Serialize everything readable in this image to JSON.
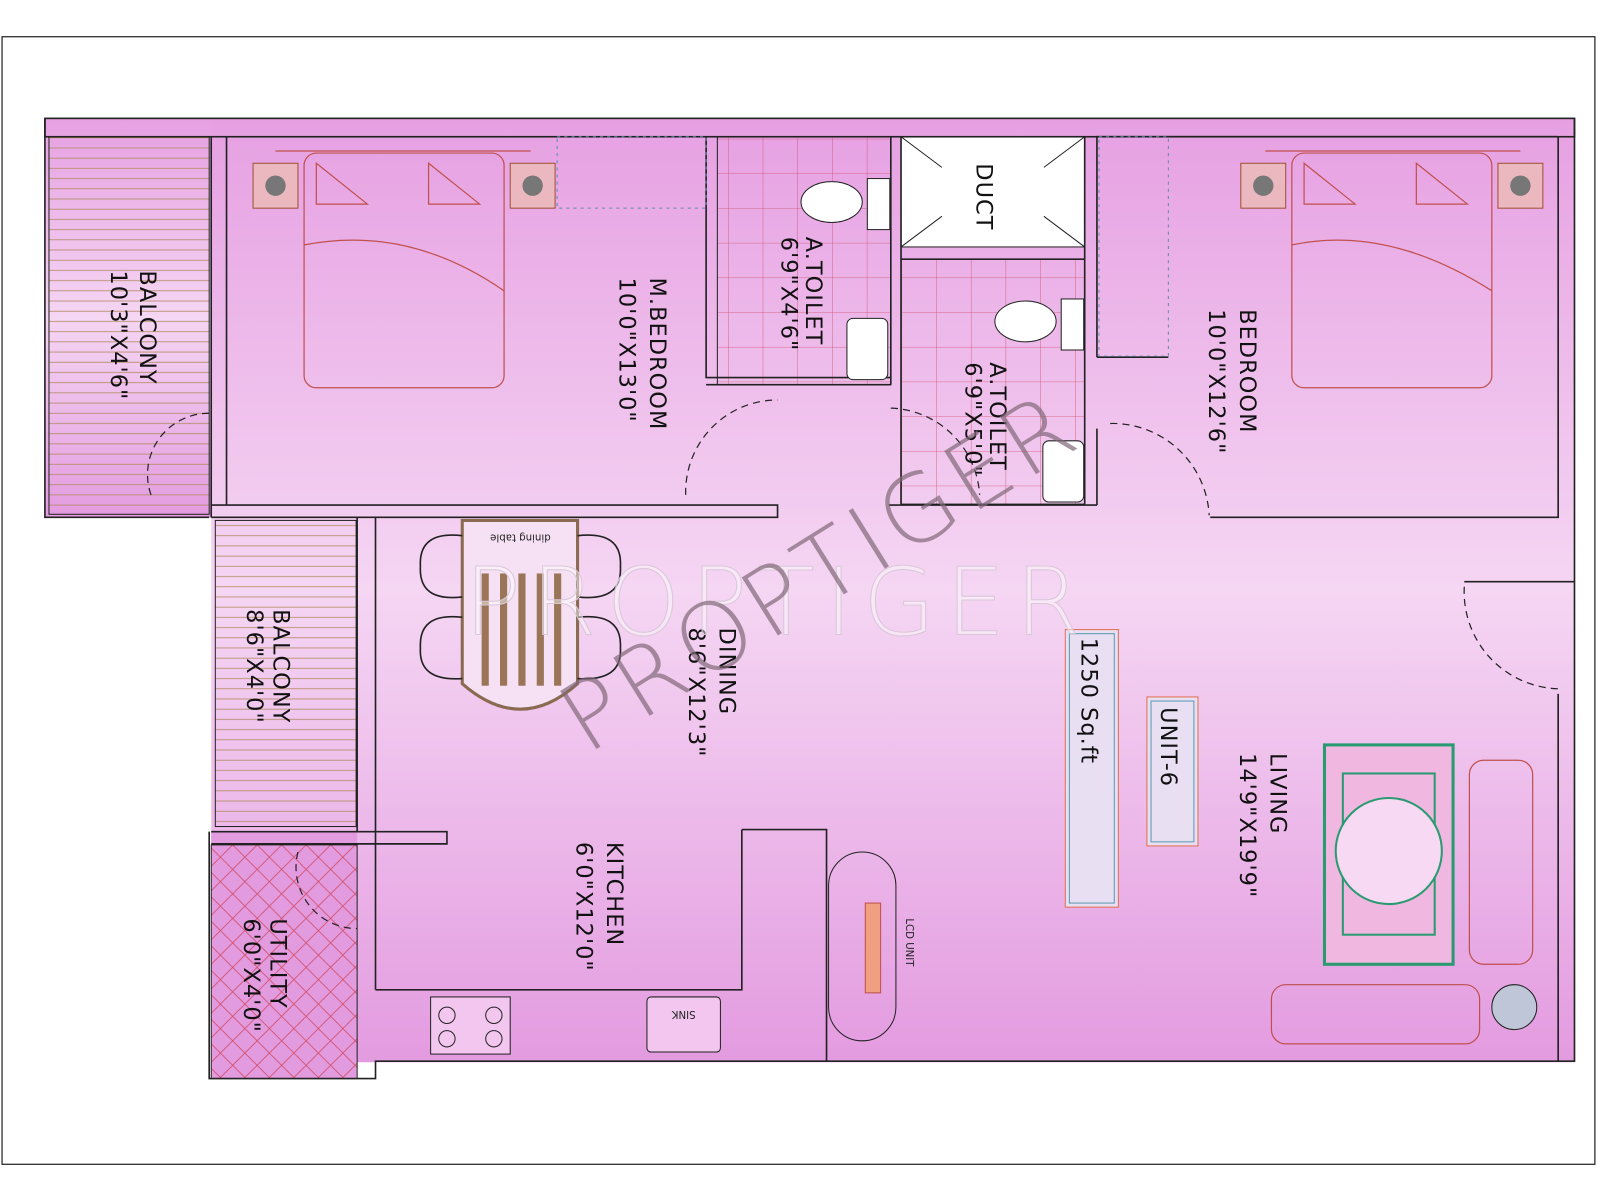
{
  "plan": {
    "unit": "UNIT-6",
    "area": "1250 Sq.ft",
    "watermark": "PROPTIGER"
  },
  "rooms": {
    "balcony1": {
      "name": "BALCONY",
      "size": "10'3\"X4'6\""
    },
    "master_bedroom": {
      "name": "M.BEDROOM",
      "size": "10'0\"X13'0\""
    },
    "toilet1": {
      "name": "A.TOILET",
      "size": "6'9\"X4'6\""
    },
    "duct": {
      "name": "DUCT"
    },
    "toilet2": {
      "name": "A.TOILET",
      "size": "6'9\"X5'0\""
    },
    "bedroom": {
      "name": "BEDROOM",
      "size": "10'0\"X12'6\""
    },
    "dining": {
      "name": "DINING",
      "size": "8'6\"X12'3\""
    },
    "balcony2": {
      "name": "BALCONY",
      "size": "8'6\"X4'0\""
    },
    "utility": {
      "name": "UTILITY",
      "size": "6'0\"X4'0\""
    },
    "kitchen": {
      "name": "KITCHEN",
      "size": "6'0\"X12'0\""
    },
    "living": {
      "name": "LIVING",
      "size": "14'9\"X19'9\""
    }
  },
  "furniture": {
    "dining_table": "dining table",
    "sink": "SINK",
    "lcd": "LCD UNIT"
  },
  "colors": {
    "floor_top": "#e7a3e3",
    "floor_mid": "#f4d3f2",
    "wall": "#222222",
    "accent": "#c0504d"
  }
}
